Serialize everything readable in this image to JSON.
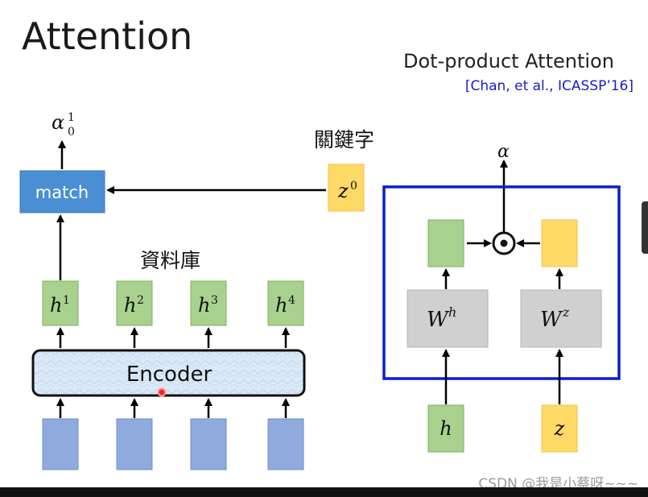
{
  "title": "Attention",
  "subtitle": "Dot-product Attention",
  "citation": "[Chan, et al., ICASSP’16]",
  "watermark": "CSDN @我是小蔡呀~~~",
  "left": {
    "output_symbol": "α",
    "output_sup": "1",
    "output_sub": "0",
    "match_label": "match",
    "keyword_label": "關鍵字",
    "z_symbol": "z",
    "z_sup": "0",
    "database_label": "資料庫",
    "encoder_label": "Encoder",
    "hidden": [
      {
        "symbol": "h",
        "sup": "1"
      },
      {
        "symbol": "h",
        "sup": "2"
      },
      {
        "symbol": "h",
        "sup": "3"
      },
      {
        "symbol": "h",
        "sup": "4"
      }
    ]
  },
  "right": {
    "alpha_label": "α",
    "wh_symbol": "W",
    "wh_sup": "h",
    "wz_symbol": "W",
    "wz_sup": "z",
    "h_label": "h",
    "z_label": "z"
  },
  "colors": {
    "green": "#a9d18e",
    "green_border": "#7fae5f",
    "orange": "#ffd966",
    "orange_border": "#f0c24a",
    "blue_input": "#8faadc",
    "match_blue": "#4a8fd4",
    "gray_box": "#d0d0d0",
    "frame_blue": "#0b1fcc",
    "pointer_red": "#e02020"
  }
}
